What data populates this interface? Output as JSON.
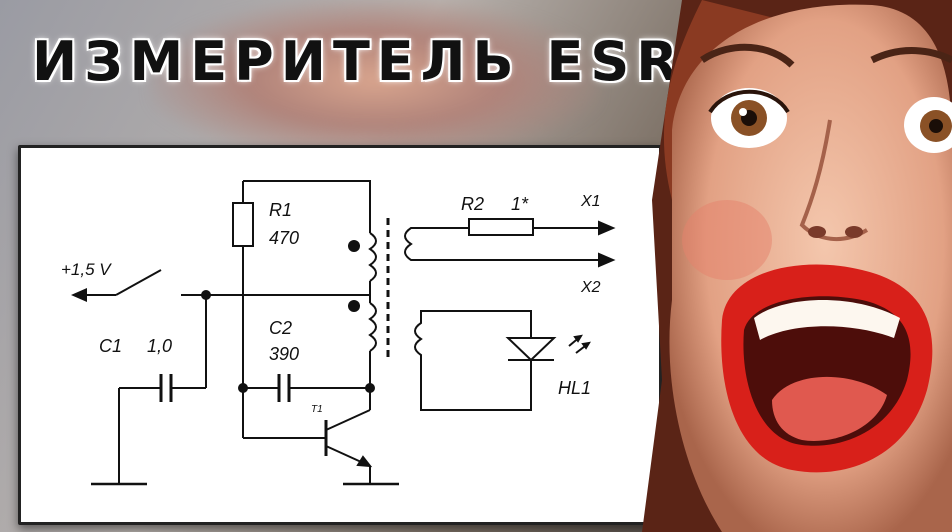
{
  "title": "ИЗМЕРИТЕЛЬ ESR",
  "schematic": {
    "r1": "R1",
    "r1_value": "470",
    "c2": "C2",
    "c2_value": "390",
    "c1": "C1",
    "c1_value": "1,0",
    "voltage": "+1,5 V",
    "transistor": "T1",
    "r2": "R2",
    "r2_value": "1*",
    "x1": "X1",
    "x2": "X2",
    "led": "HL1"
  },
  "illustration": {
    "subject": "surprised-woman"
  }
}
